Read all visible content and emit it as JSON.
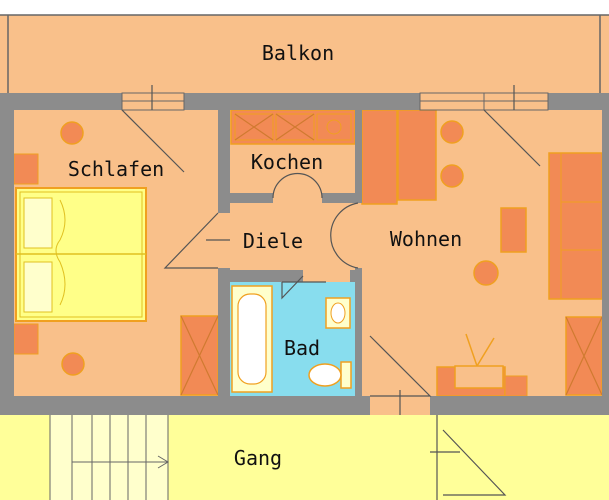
{
  "rooms": {
    "balcony": "Balkon",
    "bedroom": "Schlafen",
    "kitchen": "Kochen",
    "hall": "Diele",
    "living": "Wohnen",
    "bath": "Bad",
    "corridor": "Gang"
  },
  "colors": {
    "floor": "#f9c08a",
    "wall": "#8c8c8c",
    "furniture": "#f28a55",
    "furniture_outline": "#f0a020",
    "bed": "#ffff88",
    "bath_tiles": "#88ddee",
    "corridor": "#ffff99",
    "stairs": "#ffffcc"
  }
}
